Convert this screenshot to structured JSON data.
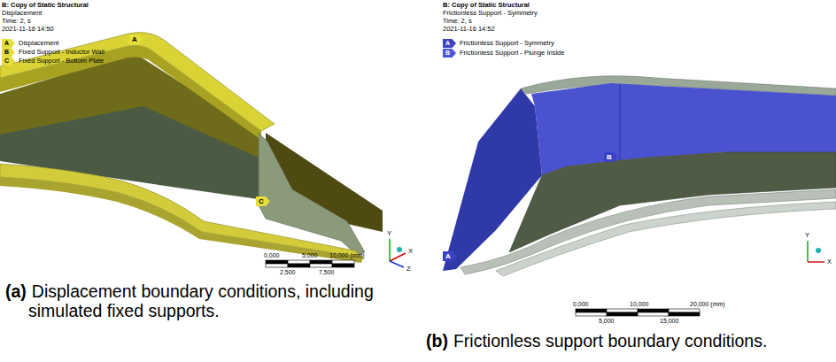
{
  "diagram": {
    "labels": [
      "B: Copy of Static Structural",
      "Displacement",
      "Time: 2, s",
      "2021-11-16 14:50",
      "A",
      "B",
      "C",
      "A",
      "C",
      "0,000",
      "5,000",
      "10,000 (mm)",
      "2,500",
      "7,500",
      "Y",
      "X",
      "Z",
      "(a)",
      "Displacement boundary conditions, including simulated fixed supports.",
      "B: Copy of Static Structural",
      "Frictionless Support - Symmetry",
      "Time: 2, s",
      "2021-11-16 14:52",
      "A",
      "B",
      "B",
      "A",
      "0,000",
      "10,000",
      "20,000 (mm)",
      "5,000",
      "15,000",
      "Y",
      "X",
      "(b)",
      "Frictionless support boundary conditions."
    ],
    "legend": [
      {
        "text": "Displacement",
        "color": "#e5de3b"
      },
      {
        "text": "Fixed Support - Inductor Wall",
        "color": "#e5de3b"
      },
      {
        "text": "Fixed Support - Bottom Plate",
        "color": "#e5de3b"
      },
      {
        "text": "Frictionless Support - Symmetry",
        "color": "#3b43c4"
      },
      {
        "text": "Frictionless Support - Plunge Inside",
        "color": "#4e56d8"
      }
    ]
  }
}
